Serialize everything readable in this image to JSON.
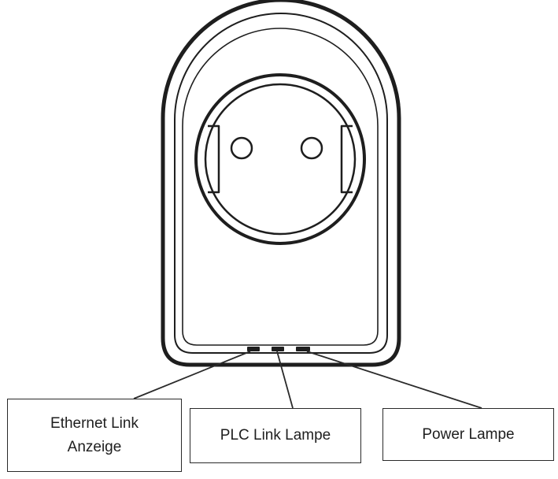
{
  "labels": {
    "ethernet_line1": "Ethernet Link",
    "ethernet_line2": "Anzeige",
    "plc": "PLC Link Lampe",
    "power": "Power Lampe"
  },
  "colors": {
    "outline": "#1e1e1e",
    "background": "#ffffff"
  }
}
